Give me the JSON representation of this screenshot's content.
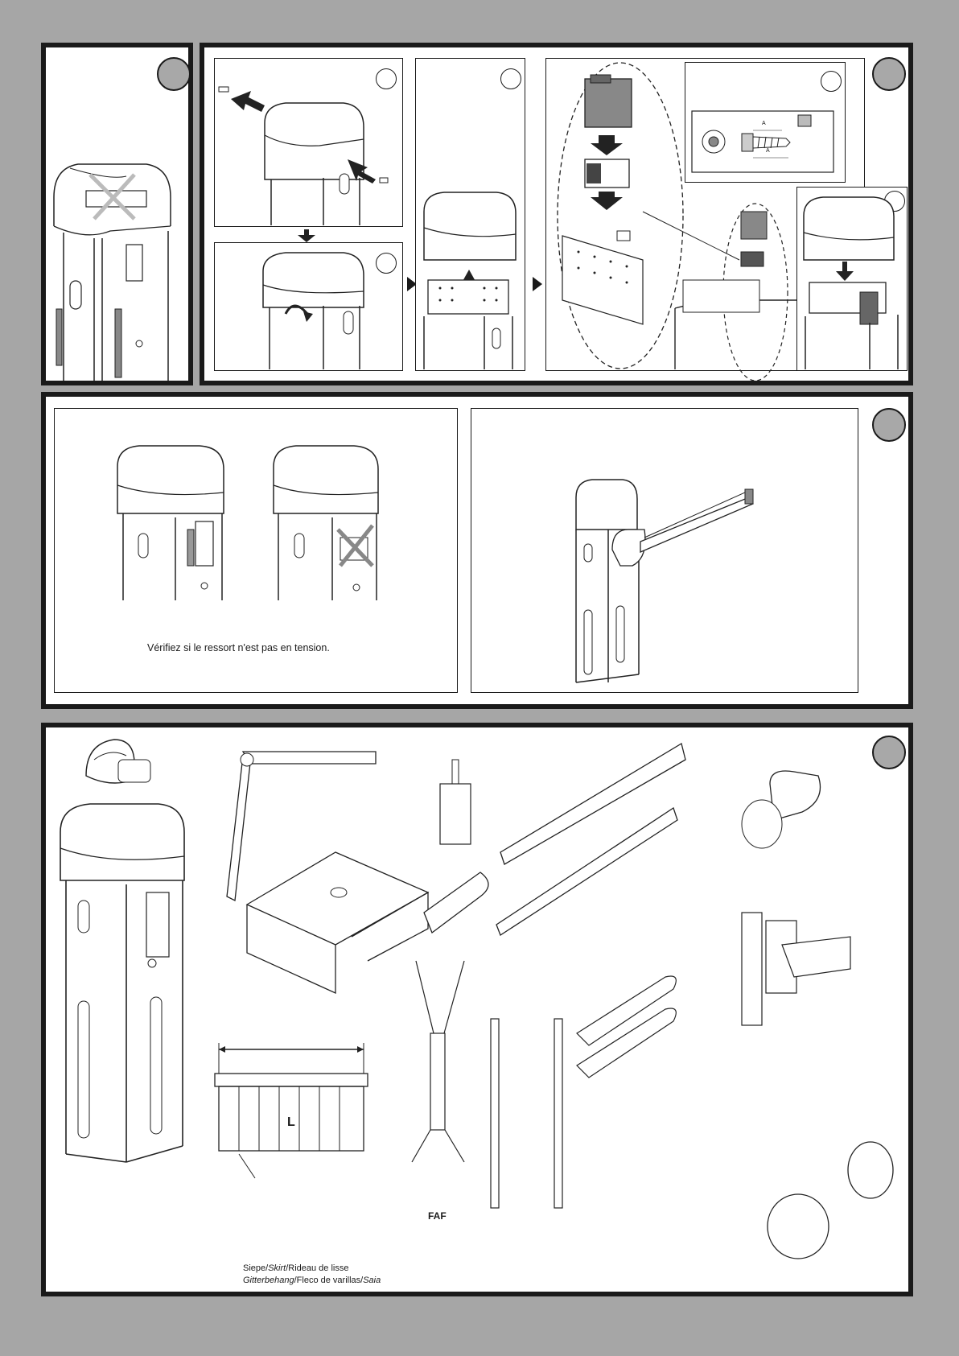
{
  "spring_check_text": "Vérifiez si le ressort n'est pas en tension.",
  "accessory_labels": {
    "length": "L",
    "faf": "FAF",
    "skirt_line1": {
      "a": "Siepe/",
      "b": "Skirt",
      "c": "/Rideau de lisse"
    },
    "skirt_line2": {
      "a": "Gitterbehang",
      "b": "/Fleco de varillas/",
      "c": "Saia"
    }
  },
  "screw_dimension_label": "A"
}
